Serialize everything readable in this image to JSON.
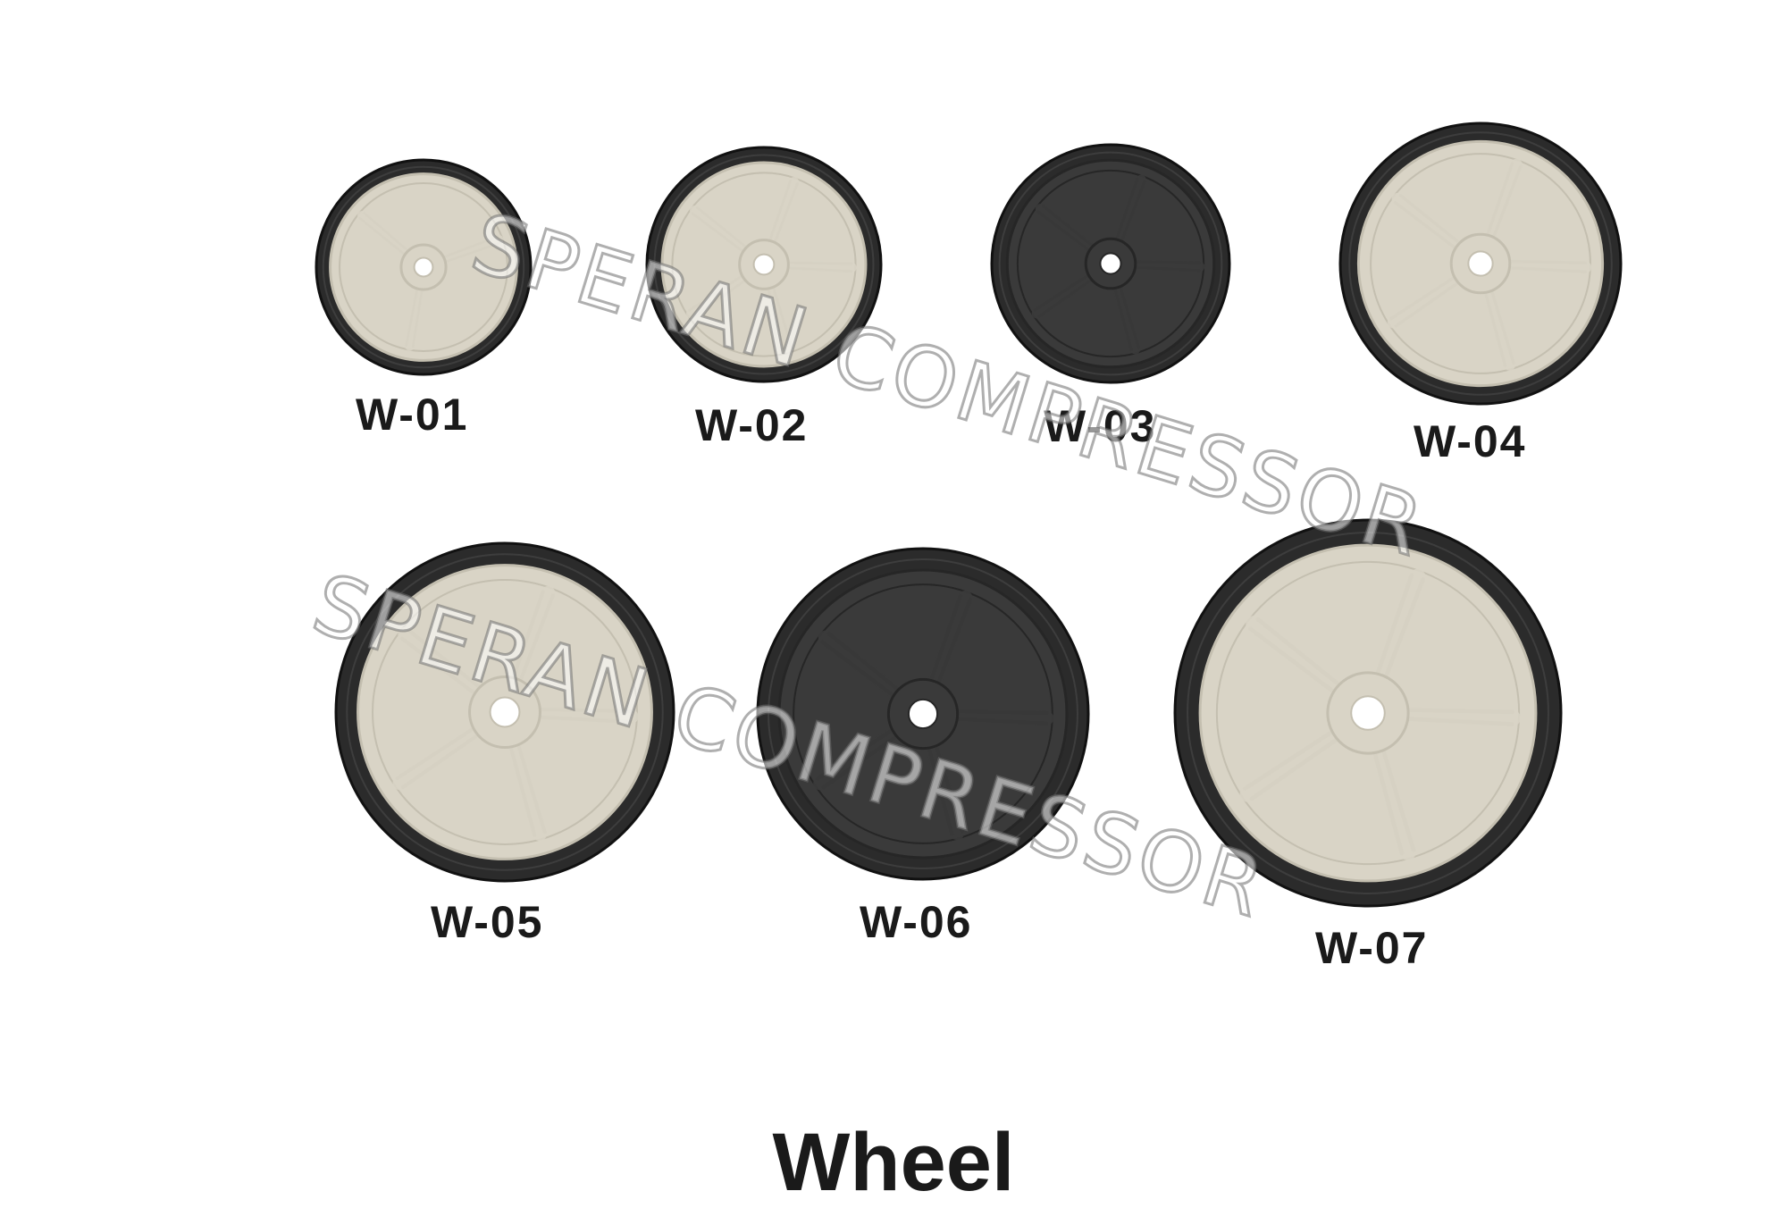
{
  "title": "Wheel",
  "watermark_text": "SPERAN COMPRESSOR",
  "colors": {
    "background": "#ffffff",
    "tire": "#2b2b2b",
    "tire_edge": "#111111",
    "light_hub": "#d9d4c6",
    "light_hub_shade": "#c4bfb0",
    "dark_hub": "#3a3a3a",
    "dark_hub_shade": "#262626",
    "label_text": "#1a1a1a"
  },
  "wheels": [
    {
      "label": "W-01",
      "hub_color": "light",
      "spokes": 3
    },
    {
      "label": "W-02",
      "hub_color": "light",
      "spokes": 5
    },
    {
      "label": "W-03",
      "hub_color": "dark",
      "spokes": 5
    },
    {
      "label": "W-04",
      "hub_color": "light",
      "spokes": 5
    },
    {
      "label": "W-05",
      "hub_color": "light",
      "spokes": 5
    },
    {
      "label": "W-06",
      "hub_color": "dark",
      "spokes": 5
    },
    {
      "label": "W-07",
      "hub_color": "light",
      "spokes": 5
    }
  ]
}
